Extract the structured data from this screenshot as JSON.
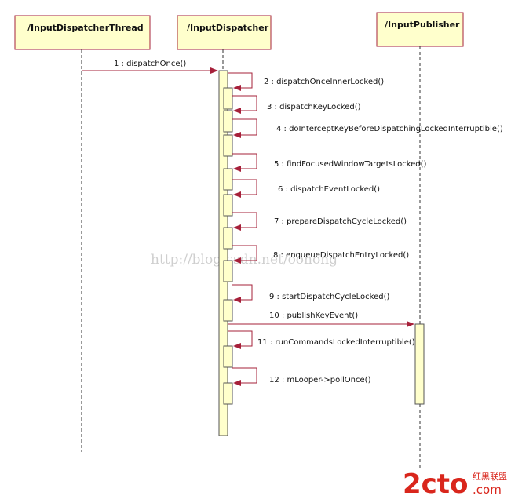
{
  "lifelines": [
    {
      "name": "/InputDispatcherThread"
    },
    {
      "name": "/InputDispatcher"
    },
    {
      "name": "/InputPublisher"
    }
  ],
  "messages": [
    {
      "label": "1 : dispatchOnce()",
      "from": "/InputDispatcherThread",
      "to": "/InputDispatcher"
    },
    {
      "label": "2 : dispatchOnceInnerLocked()",
      "self": true
    },
    {
      "label": "3 : dispatchKeyLocked()",
      "self": true
    },
    {
      "label": "4 : doInterceptKeyBeforeDispatchingLockedInterruptible()",
      "self": true
    },
    {
      "label": "5 : findFocusedWindowTargetsLocked()",
      "self": true
    },
    {
      "label": "6 : dispatchEventLocked()",
      "self": true
    },
    {
      "label": "7 : prepareDispatchCycleLocked()",
      "self": true
    },
    {
      "label": "8 : enqueueDispatchEntryLocked()",
      "self": true
    },
    {
      "label": "9 : startDispatchCycleLocked()",
      "self": true
    },
    {
      "label": "10 : publishKeyEvent()",
      "from": "/InputDispatcher",
      "to": "/InputPublisher"
    },
    {
      "label": "11 : runCommandsLockedInterruptible()",
      "self": true
    },
    {
      "label": "12 : mLooper->pollOnce()",
      "self": true
    }
  ],
  "watermark": {
    "text": "http://blog.csdn.net/oonong"
  },
  "logo": {
    "text": "2cto",
    "suffix": ".com",
    "tagline": "红黑联盟"
  },
  "colors": {
    "header_fill": "#ffffcc",
    "header_border": "#a6203a",
    "activation_fill": "#ffffcc",
    "arrow": "#a6203a",
    "logo": "#d9261c"
  }
}
